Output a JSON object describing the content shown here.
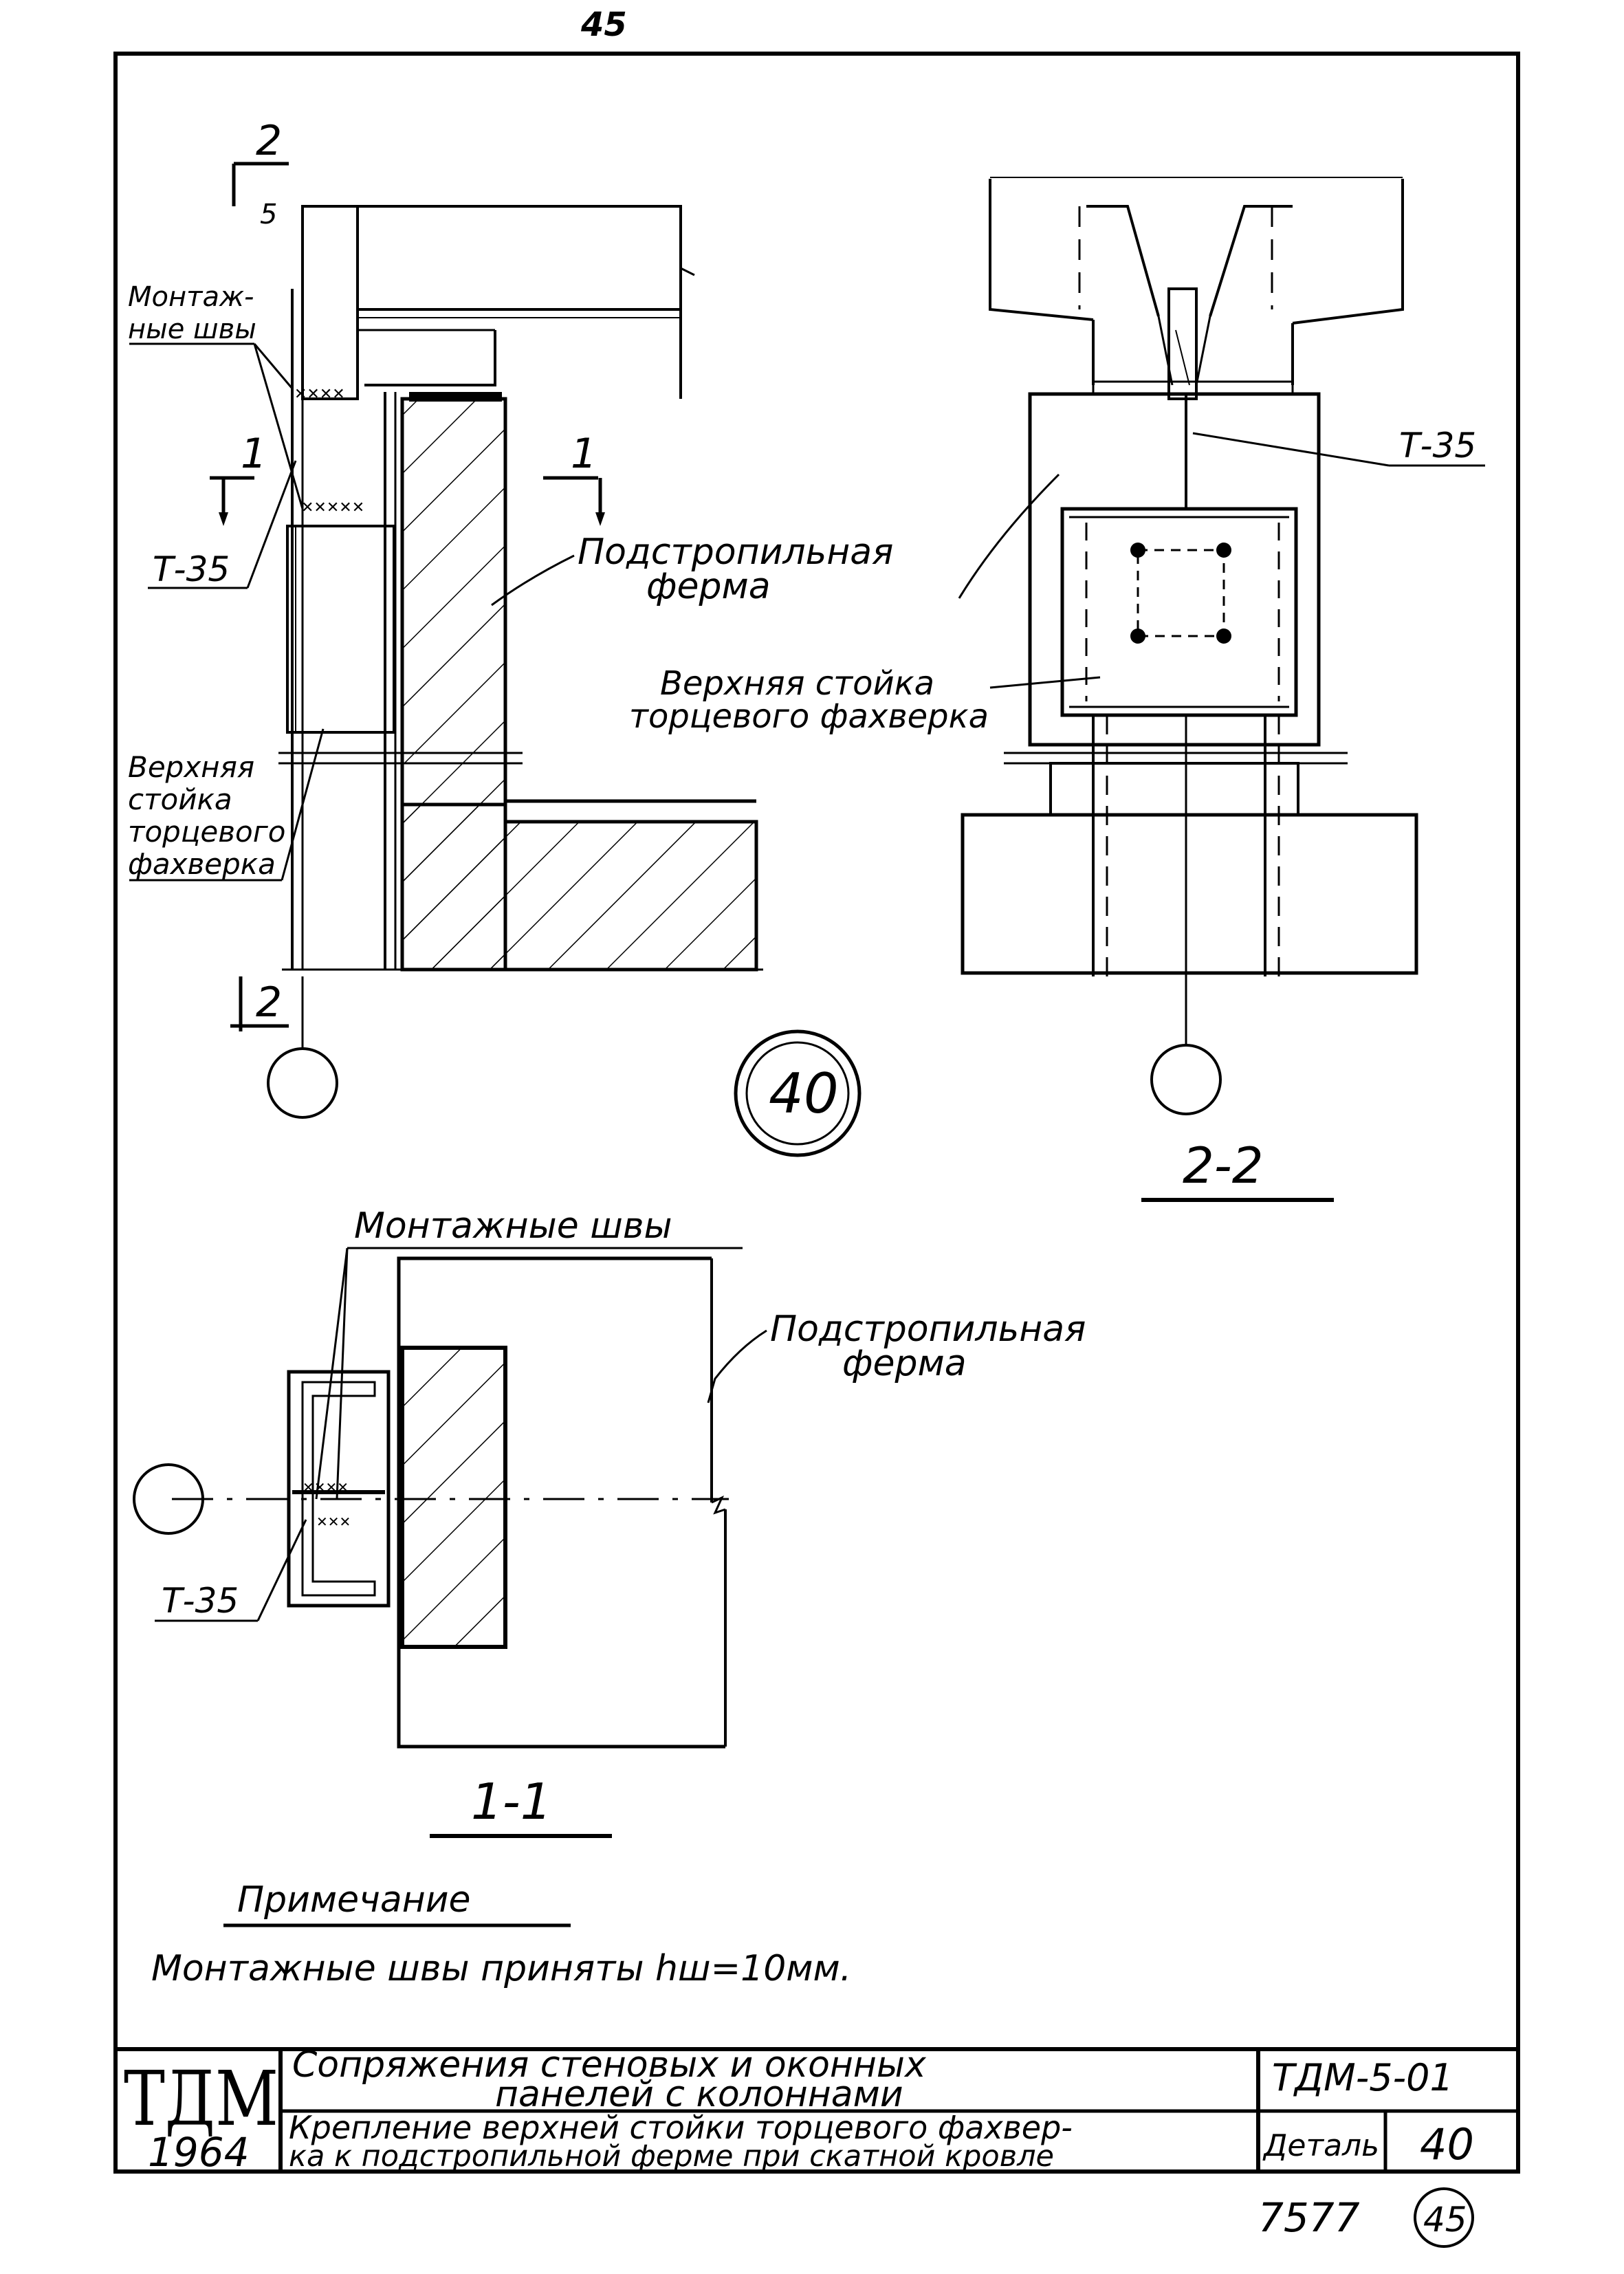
{
  "page_number_top": "45",
  "detail_number": "40",
  "left_view": {
    "section_marker_top": "2",
    "section_marker_bottom": "2",
    "dim_small": "5",
    "welds_label_line1": "Монтаж-",
    "welds_label_line2": "ные швы",
    "cut_marker_left": "1",
    "cut_marker_right": "1",
    "t35": "Т-35",
    "truss_line1": "Подстропильная",
    "truss_line2": "ферма",
    "post_line1": "Верхняя",
    "post_line2": "стойка",
    "post_line3": "торцевого",
    "post_line4": "фахверка"
  },
  "section_2_2": {
    "t35": "Т-35",
    "post_line1": "Верхняя стойка",
    "post_line2": "торцевого фахверка",
    "caption": "2-2"
  },
  "section_1_1": {
    "welds_label": "Монтажные швы",
    "truss_line1": "Подстропильная",
    "truss_line2": "ферма",
    "t35": "Т-35",
    "caption": "1-1"
  },
  "note": {
    "heading": "Примечание",
    "text": "Монтажные швы приняты hш=10мм."
  },
  "title_block": {
    "org": "ТДМ",
    "year": "1964",
    "title_line1": "Сопряжения стеновых и оконных",
    "title_line2": "панелей с колоннами",
    "subtitle_line1": "Крепление верхней стойки торцевого фахвер-",
    "subtitle_line2": "ка к подстропильной ферме при скатной кровле",
    "code": "ТДМ-5-01",
    "detail_label": "Деталь",
    "detail_value": "40"
  },
  "footer": {
    "sheet_code": "7577",
    "page_circle": "45"
  }
}
